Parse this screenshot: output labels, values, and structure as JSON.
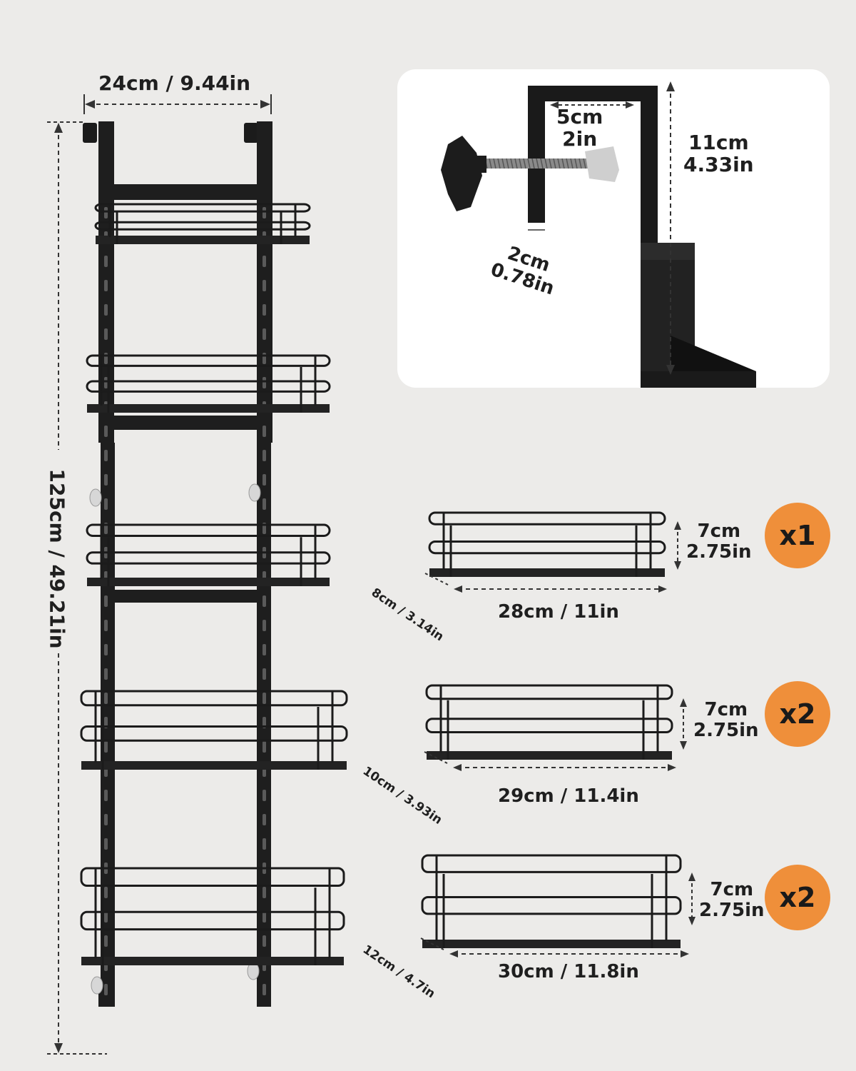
{
  "rack": {
    "width_label": "24cm / 9.44in",
    "height_label": "125cm / 49.21in",
    "shelf_count": 5
  },
  "hook": {
    "inner_w_cm": "5cm",
    "inner_w_in": "2in",
    "depth_cm": "11cm",
    "depth_in": "4.33in",
    "thickness_cm": "2cm",
    "thickness_in": "0.78in"
  },
  "baskets": [
    {
      "qty": "x1",
      "height_cm": "7cm",
      "height_in": "2.75in",
      "depth": "8cm / 3.14in",
      "width": "28cm / 11in"
    },
    {
      "qty": "x2",
      "height_cm": "7cm",
      "height_in": "2.75in",
      "depth": "10cm / 3.93in",
      "width": "29cm / 11.4in"
    },
    {
      "qty": "x2",
      "height_cm": "7cm",
      "height_in": "2.75in",
      "depth": "12cm / 4.7in",
      "width": "30cm / 11.8in"
    }
  ],
  "colors": {
    "background": "#ecebe9",
    "frame": "#1b1b1b",
    "badge": "#ef8f3a",
    "panel": "#ffffff",
    "knob_cap": "#cfcfcf"
  }
}
